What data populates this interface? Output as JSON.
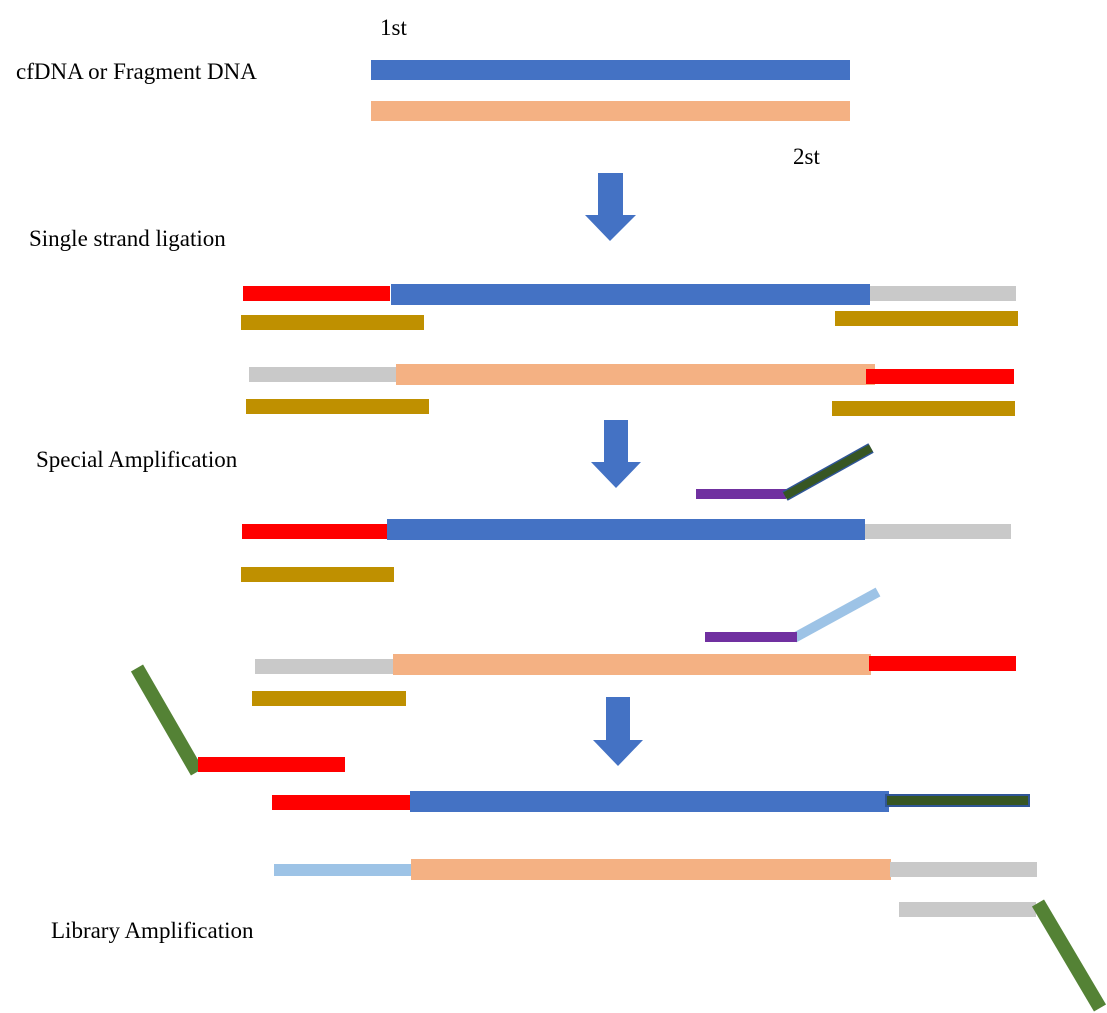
{
  "labels": {
    "first_strand": "1st",
    "second_strand": "2st",
    "input": "cfDNA or Fragment DNA",
    "step1": "Single strand ligation",
    "step2": "Special Amplification",
    "step3": "Library Amplification"
  },
  "colors": {
    "strand1": "#4472C4",
    "strand2": "#F4B183",
    "adapter_red": "#FF0000",
    "adapter_gray": "#C9C9C9",
    "primer_gold": "#BF9000",
    "primer_purple": "#7030A0",
    "index_darkgreen": "#375623",
    "index_lightblue": "#9DC3E6",
    "index_green": "#548235",
    "arrow": "#4472C4"
  }
}
